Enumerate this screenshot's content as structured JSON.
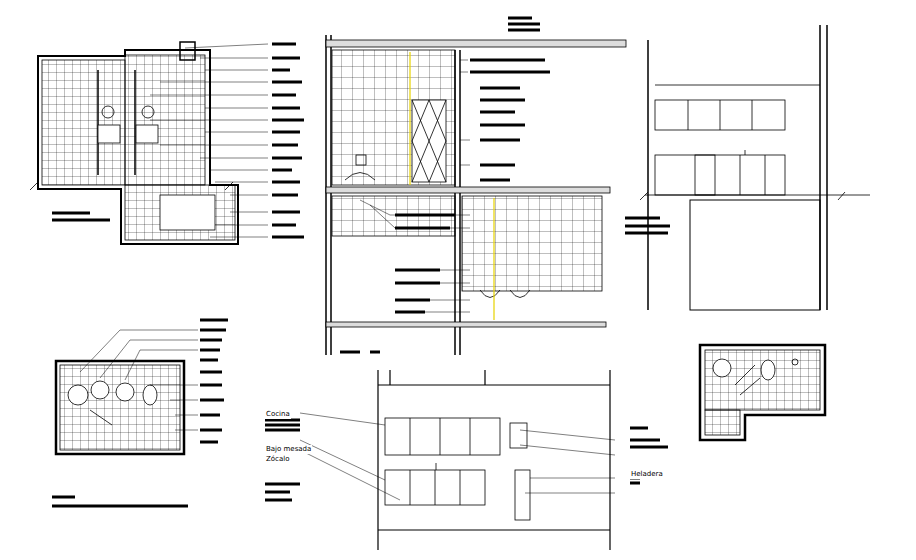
{
  "diagram": {
    "labels": [
      "Cocina",
      "Bajo mesada",
      "Zócalo",
      "Heladera"
    ]
  }
}
